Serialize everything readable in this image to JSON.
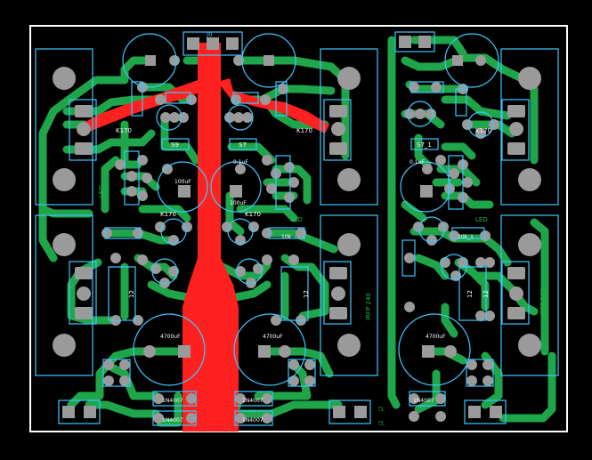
{
  "board": {
    "background": "#000000",
    "outline_color": "#ffffff",
    "bottom_trace_color": "#1fa64a",
    "top_trace_color": "#ff2020",
    "pad_color": "#9a9a9a",
    "silkscreen_color": "#3cc8ff"
  },
  "labels": {
    "connector_j": "J0",
    "k170_a": "K170",
    "k170_b": "K170",
    "k170_c": "K170",
    "k170_d": "K170",
    "k170_e": "K170",
    "s9": "S9",
    "s7": "S7",
    "s7_1": "S7_1",
    "led_left": "LED",
    "led_mid": "LED",
    "led_right": "LED",
    "cap_100uf_a": "100uF",
    "cap_100uf_b": "100uF",
    "cap_01uf": "0.1uF",
    "cap_01uf_b": "0.1uF",
    "cap_4700uf_a": "4700uF",
    "cap_4700uf_b": "4700uF",
    "cap_4700uf_c": "4700uF",
    "irfp_a": "IRFP 240",
    "irfp_b": "IRFP 240",
    "r12_a": "12",
    "r12_b": "12",
    "r12_c": "12",
    "r12_d": "12",
    "d4007_a": "1N4007",
    "d4007_b": "1N4007",
    "d4007_c": "1N4007",
    "d4007_d": "1N4007",
    "d4007_e": "1N4007",
    "b10": "10k",
    "b10_1": "10k_1",
    "j2": "J2",
    "j2b": "J2"
  }
}
